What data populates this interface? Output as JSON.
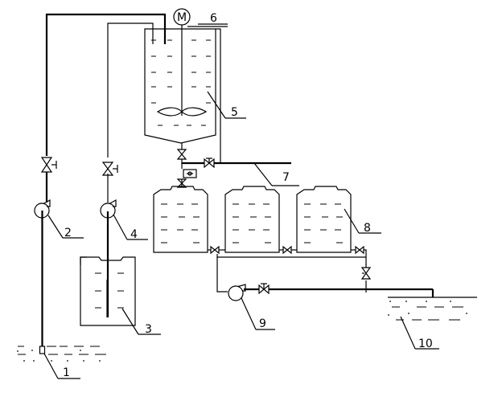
{
  "labels": {
    "n1": "1",
    "n2": "2",
    "n3": "3",
    "n4": "4",
    "n5": "5",
    "n6": "6",
    "n7": "7",
    "n8": "8",
    "n9": "9",
    "n10": "10",
    "motor": "M"
  },
  "components": [
    {
      "id": "n1",
      "icon": "intake-strainer-icon"
    },
    {
      "id": "n2",
      "icon": "pump-icon"
    },
    {
      "id": "n3",
      "icon": "storage-tank-icon"
    },
    {
      "id": "n4",
      "icon": "pump-icon"
    },
    {
      "id": "n5",
      "icon": "mixing-tank-icon"
    },
    {
      "id": "n6",
      "icon": "motor-icon"
    },
    {
      "id": "n7",
      "icon": "pipeline-icon"
    },
    {
      "id": "n8",
      "icon": "tank-group-icon"
    },
    {
      "id": "n9",
      "icon": "pump-icon"
    },
    {
      "id": "n10",
      "icon": "water-pool-icon"
    }
  ]
}
